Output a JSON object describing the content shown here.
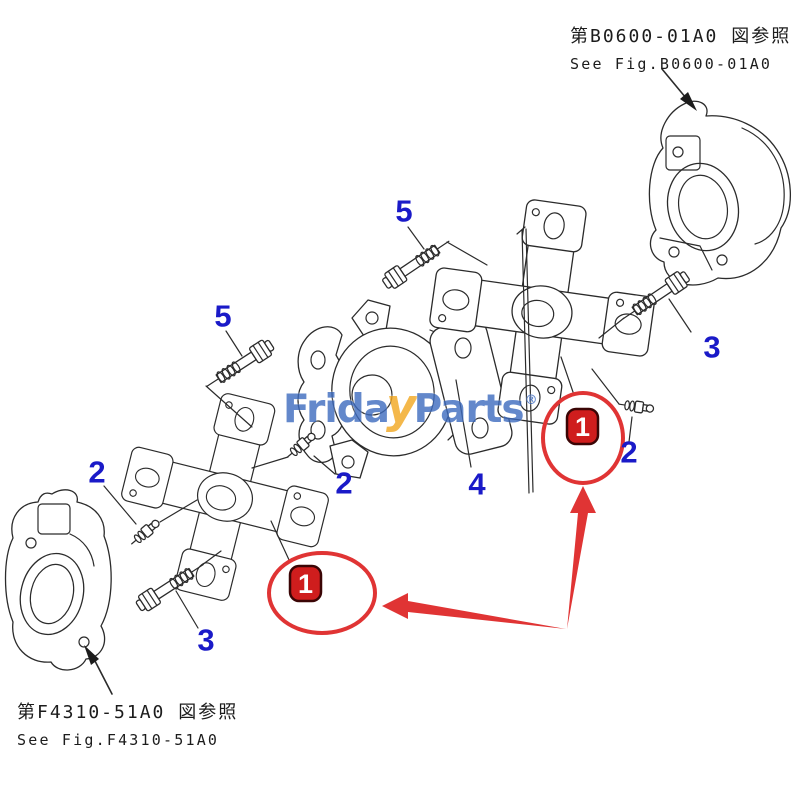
{
  "references": {
    "top_right": {
      "line_jp": "第B0600-01A0 図参照",
      "line_en": "See Fig.B0600-01A0"
    },
    "bottom_left": {
      "line_jp": "第F4310-51A0 図参照",
      "line_en": "See Fig.F4310-51A0"
    }
  },
  "callouts": {
    "circled_item": "1",
    "labels": {
      "bolt_top": "5",
      "bolt_left": "5",
      "grease_fitting_left": "2",
      "grease_fitting_center": "2",
      "grease_fitting_right": "2",
      "bolt_lower_left": "3",
      "bolt_right": "3",
      "center_bearing": "4"
    }
  },
  "watermark": {
    "part1": "Frida",
    "accent": "y",
    "part2": "Parts",
    "registered": "®"
  },
  "colors": {
    "label_blue": "#1a1ac8",
    "callout_red": "#e03434",
    "badge_red": "#cf1d1d",
    "badge_outline": "#3a0505",
    "line_black": "#2b2b2b",
    "watermark_blue": "#3d6bbf",
    "watermark_yellow": "#f2a71f",
    "background": "#ffffff"
  }
}
